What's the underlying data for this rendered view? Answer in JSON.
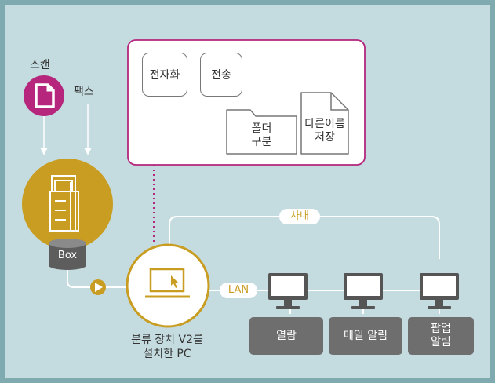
{
  "colors": {
    "frame": "#7faab0",
    "panel": "#c4dcdf",
    "accent_gold": "#c89d22",
    "accent_magenta": "#b5267c",
    "button_gray": "#6e6e6e",
    "connector_white": "#ffffff"
  },
  "inputs": {
    "scan_label": "스캔",
    "fax_label": "팩스",
    "scan_icon": "document-icon"
  },
  "device": {
    "icon": "multifunction-printer-icon",
    "storage_label": "Box",
    "storage_icon": "database-cylinder-icon",
    "flow_icon": "play-arrow-icon"
  },
  "pc": {
    "icon": "laptop-cursor-icon",
    "label_line1": "분류 장치 V2를",
    "label_line2": "설치한 PC"
  },
  "functions": {
    "digitize": "전자화",
    "transfer": "전송",
    "folder_line1": "폴더",
    "folder_line2": "구분",
    "rename_line1": "다른이름",
    "rename_line2": "저장"
  },
  "network": {
    "lan_label": "LAN",
    "intranet_label": "사내"
  },
  "clients": [
    {
      "icon": "monitor-icon",
      "label_line1": "열람",
      "label_line2": ""
    },
    {
      "icon": "monitor-icon",
      "label_line1": "메일 알림",
      "label_line2": ""
    },
    {
      "icon": "monitor-icon",
      "label_line1": "팝업",
      "label_line2": "알림"
    }
  ]
}
